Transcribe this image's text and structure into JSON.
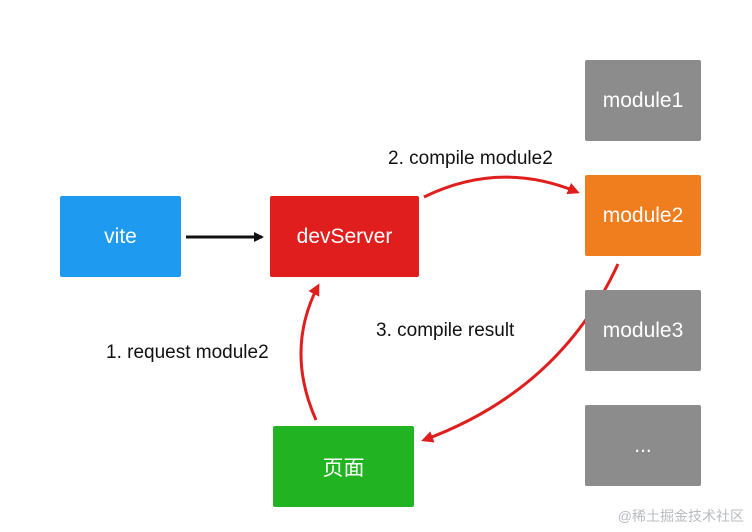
{
  "nodes": {
    "vite": {
      "label": "vite",
      "color": "#1e9bf0"
    },
    "devserver": {
      "label": "devServer",
      "color": "#e01e1e"
    },
    "page": {
      "label": "页面",
      "color": "#22b322"
    },
    "module1": {
      "label": "module1",
      "color": "#8c8c8c"
    },
    "module2": {
      "label": "module2",
      "color": "#f07d1e"
    },
    "module3": {
      "label": "module3",
      "color": "#8c8c8c"
    },
    "module_more": {
      "label": "...",
      "color": "#8c8c8c"
    }
  },
  "edges": {
    "step1": {
      "label": "1. request module2",
      "color": "#e01e1e"
    },
    "step2": {
      "label": "2. compile module2",
      "color": "#e01e1e"
    },
    "step3": {
      "label": "3. compile result",
      "color": "#e01e1e"
    },
    "vite_to_devserver": {
      "color": "#111111"
    }
  },
  "watermark": {
    "text": "@稀土掘金技术社区"
  }
}
